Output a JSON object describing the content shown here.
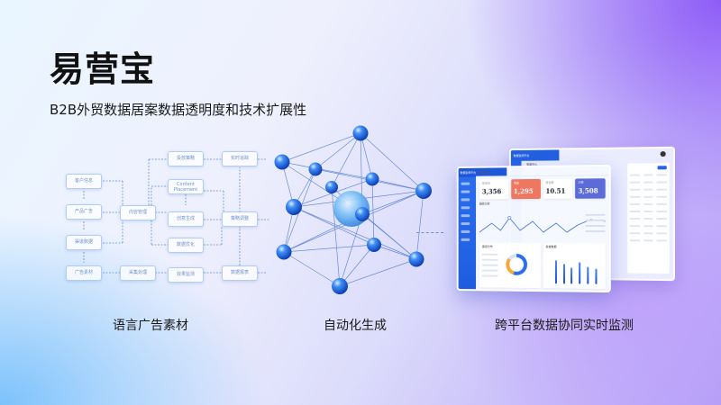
{
  "header": {
    "title": "易营宝",
    "subtitle": "B2B外贸数据居案数据透明度和技术扩展性"
  },
  "captions": [
    {
      "label": "语言广告素材"
    },
    {
      "label": "自动化生成"
    },
    {
      "label": "跨平台数据协同实时监测"
    }
  ],
  "flowchart": {
    "nodes": [
      {
        "label": "客户信息"
      },
      {
        "label": "产品广告"
      },
      {
        "label": "渠道数据"
      },
      {
        "label": "广告素材"
      },
      {
        "label": "内容管理"
      },
      {
        "label": "采集处理"
      },
      {
        "label": "投放策略"
      },
      {
        "label": "Content Placement"
      },
      {
        "label": "创意生成"
      },
      {
        "label": "数据优化"
      },
      {
        "label": "效果监测"
      },
      {
        "label": "实时追踪"
      },
      {
        "label": "策略调整"
      },
      {
        "label": "数据报表"
      }
    ]
  },
  "dashboard_front": {
    "brand": "数据监测平台",
    "topbar": "数据概览",
    "kpis": [
      {
        "label": "总访问",
        "value": "3,356"
      },
      {
        "label": "询盘",
        "value": "1,295"
      },
      {
        "label": "转化率",
        "value": "10.51"
      },
      {
        "label": "订单",
        "value": "3,508"
      }
    ],
    "trend_title": "趋势分析",
    "panel_left_title": "渠道分布",
    "panel_right_title": "投放数据"
  },
  "dashboard_back": {
    "brand": "数据监测平台",
    "topbar": "数据中心"
  },
  "colors": {
    "accent_blue": "#2563e8",
    "kpi_red": "#f0775f",
    "kpi_indigo": "#5b6bd8",
    "bg_top_right": "#8f5cf7",
    "bg_bottom_left": "#7cc2fb"
  }
}
